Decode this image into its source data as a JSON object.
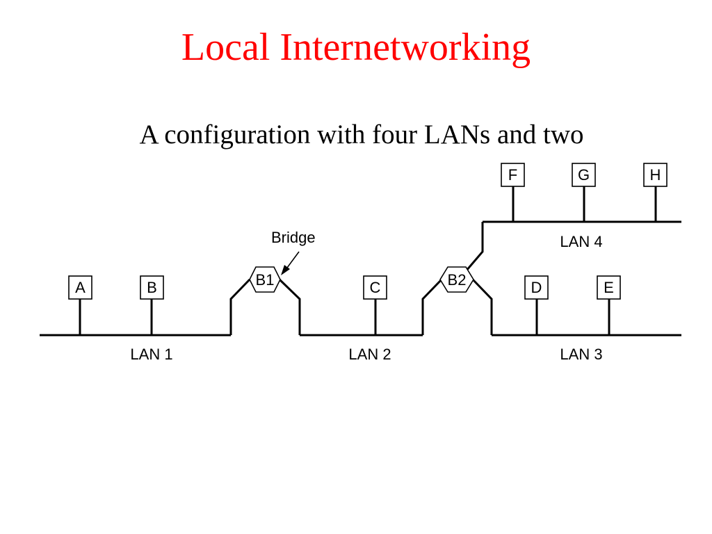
{
  "slide": {
    "title": "Local Internetworking",
    "subtitle": "A configuration with four LANs and two"
  },
  "diagram": {
    "callout": "Bridge",
    "hosts": [
      "A",
      "B",
      "C",
      "D",
      "E",
      "F",
      "G",
      "H"
    ],
    "bridges": [
      "B1",
      "B2"
    ],
    "lans": [
      "LAN 1",
      "LAN 2",
      "LAN 3",
      "LAN 4"
    ]
  },
  "colors": {
    "title": "#ff0000",
    "text": "#000000",
    "background": "#ffffff"
  }
}
